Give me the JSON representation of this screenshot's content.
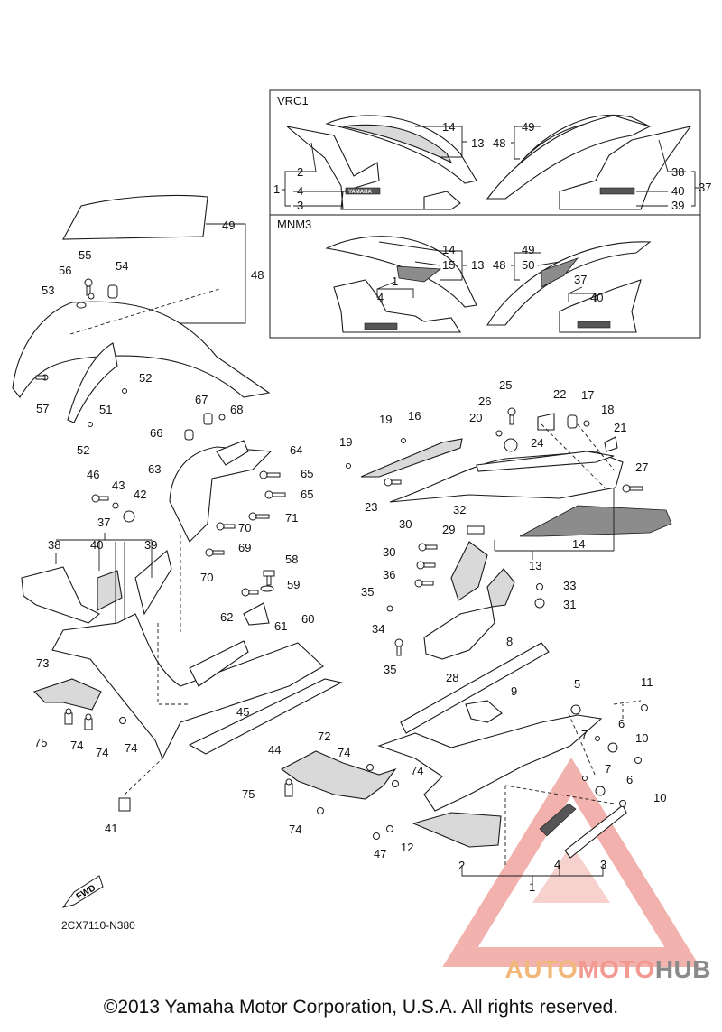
{
  "insets": [
    {
      "title": "VRC1"
    },
    {
      "title": "MNM3"
    }
  ],
  "callouts": [
    "1",
    "2",
    "3",
    "4",
    "5",
    "6",
    "7",
    "8",
    "9",
    "10",
    "11",
    "12",
    "13",
    "14",
    "15",
    "16",
    "17",
    "18",
    "19",
    "20",
    "21",
    "22",
    "23",
    "24",
    "25",
    "26",
    "27",
    "28",
    "29",
    "30",
    "31",
    "32",
    "33",
    "34",
    "35",
    "36",
    "37",
    "38",
    "39",
    "40",
    "41",
    "42",
    "43",
    "44",
    "45",
    "46",
    "47",
    "48",
    "49",
    "50",
    "51",
    "52",
    "53",
    "54",
    "55",
    "56",
    "57",
    "58",
    "59",
    "60",
    "61",
    "62",
    "63",
    "64",
    "65",
    "66",
    "67",
    "68",
    "69",
    "70",
    "71",
    "72",
    "73",
    "74",
    "75"
  ],
  "decal_text": "YAMAHA",
  "fwd_label": "FWD",
  "diagram_code": "2CX7110-N380",
  "copyright": "©2013 Yamaha Motor Corporation, U.S.A. All rights reserved.",
  "watermark": {
    "part1": "AUTO",
    "part2": "MOTO",
    "part3": "HUB"
  },
  "colors": {
    "watermark_triangle": "#e8736b",
    "watermark_auto": "#f2b87a",
    "watermark_moto": "#f29a92",
    "watermark_hub": "#8a8a8a",
    "line": "#1a1a1a"
  }
}
